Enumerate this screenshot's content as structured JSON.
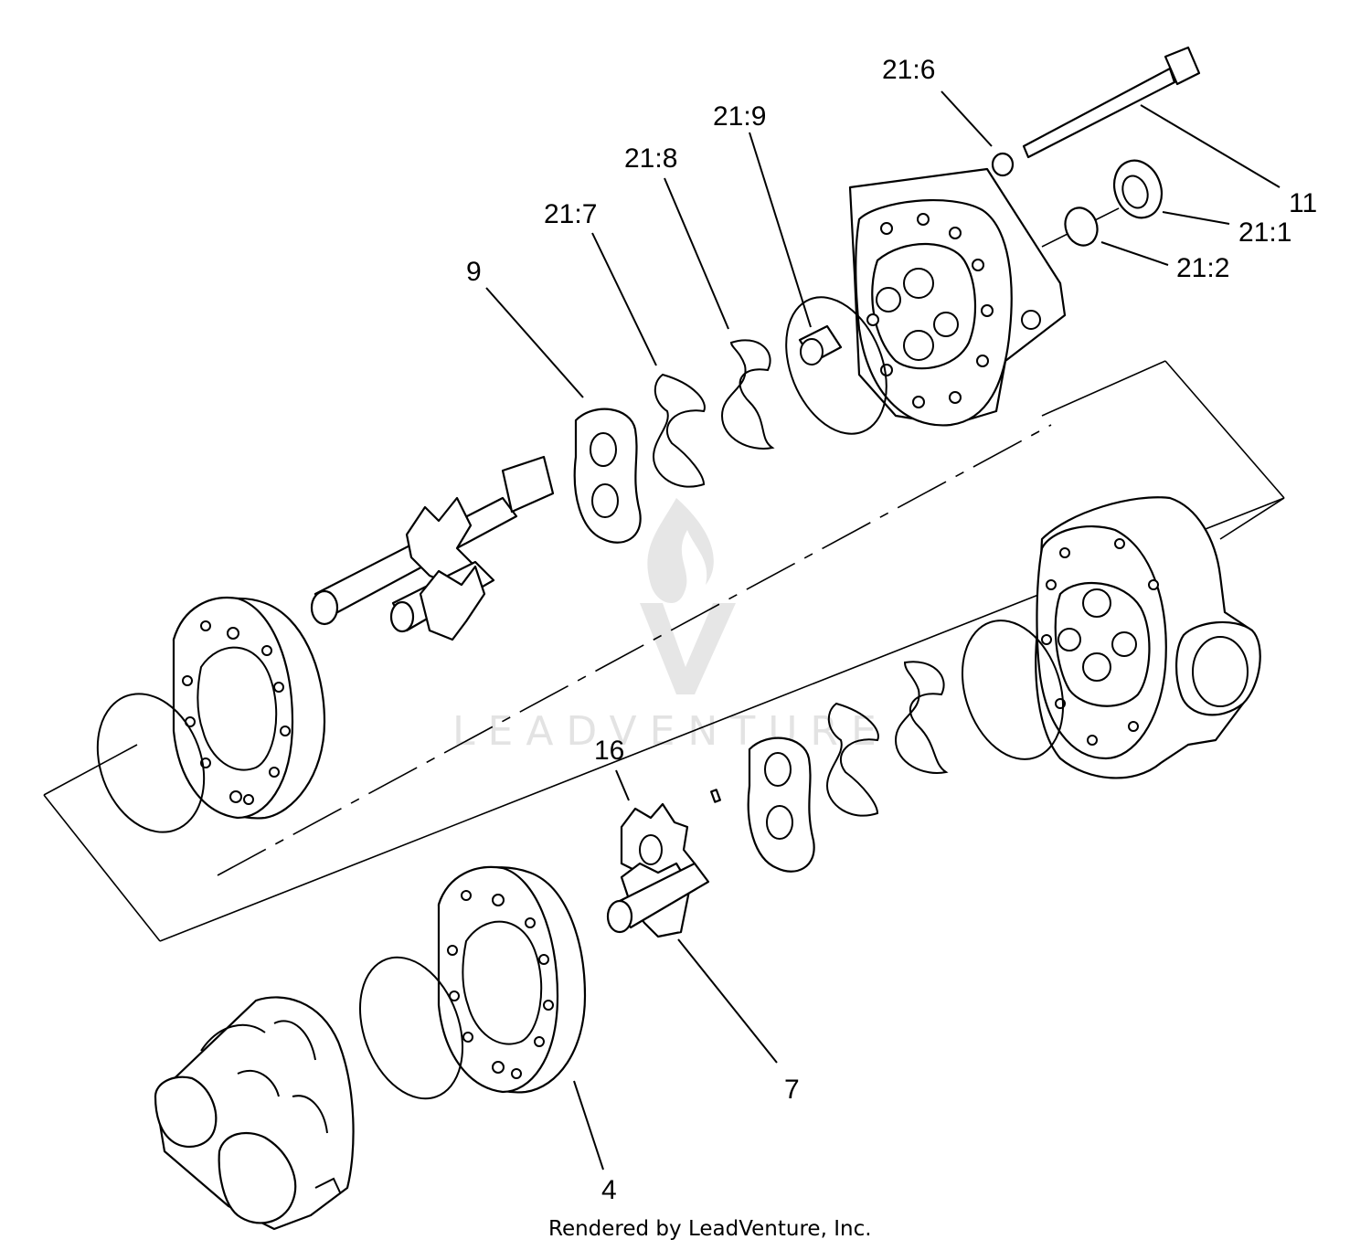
{
  "callouts": {
    "c_21_6": "21:6",
    "c_21_9": "21:9",
    "c_21_8": "21:8",
    "c_21_7": "21:7",
    "c_9": "9",
    "c_11": "11",
    "c_21_1": "21:1",
    "c_21_2": "21:2",
    "c_16": "16",
    "c_7": "7",
    "c_4": "4"
  },
  "footer": {
    "credit": "Rendered by LeadVenture, Inc."
  },
  "watermark": {
    "text": "LEADVENTURE"
  }
}
